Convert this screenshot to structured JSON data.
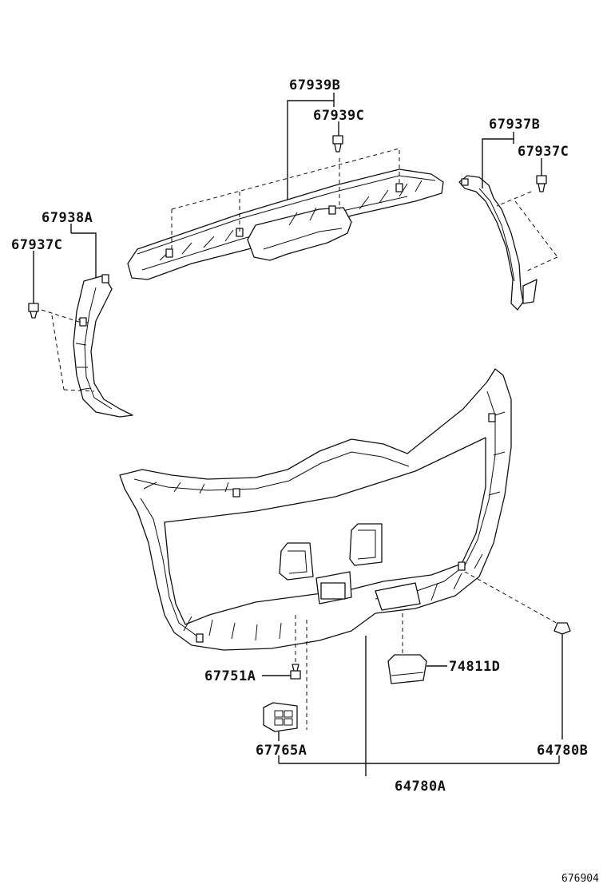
{
  "diagram": {
    "part_labels": {
      "p67939B": "67939B",
      "p67939C": "67939C",
      "p67937B": "67937B",
      "p67937C_right": "67937C",
      "p67938A": "67938A",
      "p67937C_left": "67937C",
      "p67751A": "67751A",
      "p74811D": "74811D",
      "p67765A": "67765A",
      "p64780B": "64780B",
      "p64780A": "64780A"
    },
    "figure_number": "676904"
  }
}
